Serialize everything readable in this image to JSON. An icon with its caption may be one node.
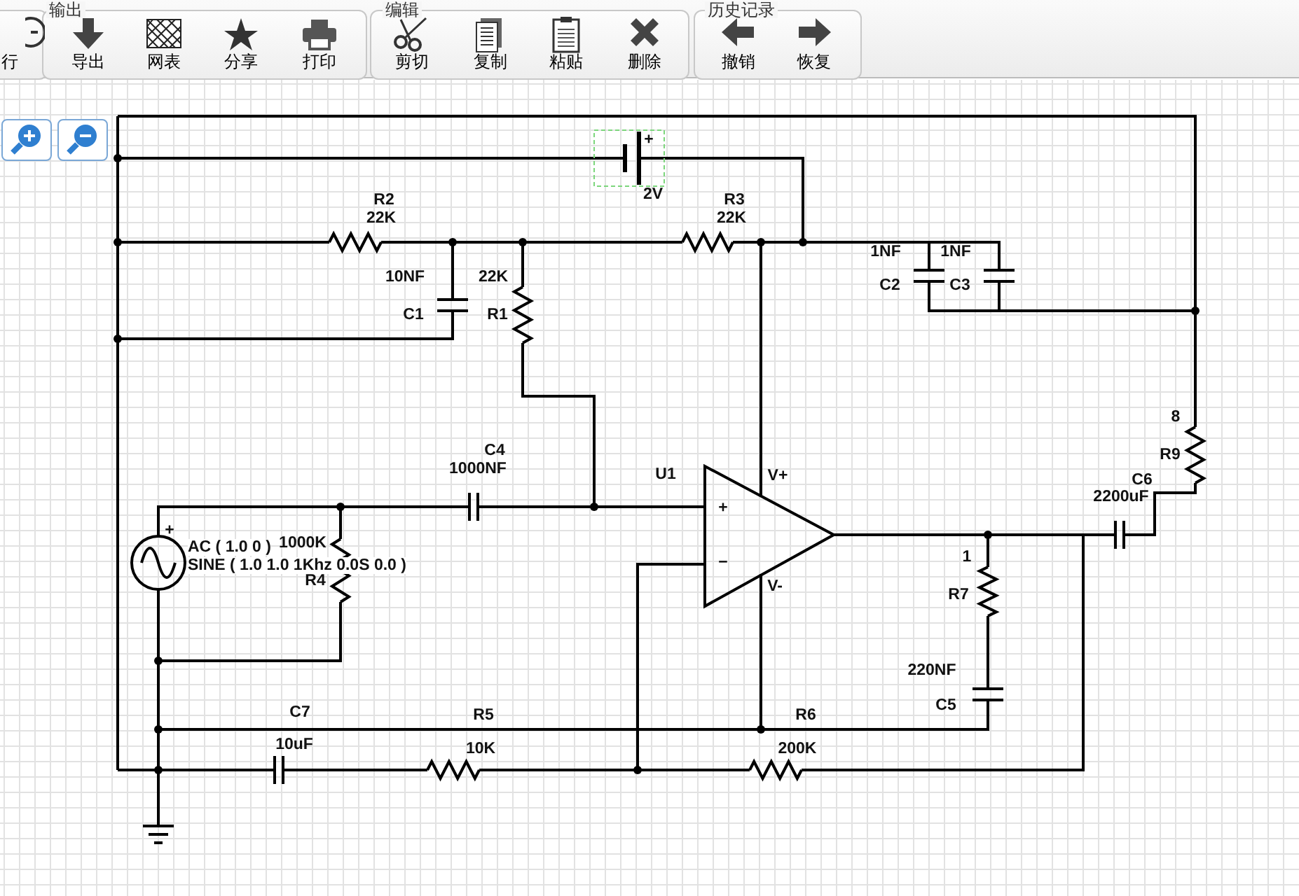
{
  "diagram": {
    "labels": [
      "行",
      "输出",
      "导出",
      "网表",
      "分享",
      "打印",
      "编辑",
      "剪切",
      "复制",
      "粘贴",
      "删除",
      "历史记录",
      "撤销",
      "恢复",
      "+",
      "2V",
      "R2",
      "22K",
      "R3",
      "22K",
      "1NF",
      "1NF",
      "10NF",
      "22K",
      "C2",
      "C3",
      "C1",
      "R1",
      "8",
      "C4",
      "R9",
      "1000NF",
      "U1",
      "V+",
      "C6",
      "2200uF",
      "+",
      "+",
      "AC ( 1.0 0 )",
      "1000K",
      "SINE ( 1.0 1.0 1Khz 0.0S 0.0 )",
      "R4",
      "−",
      "V-",
      "1",
      "R7",
      "220NF",
      "C5",
      "C7",
      "10uF",
      "R5",
      "10K",
      "R6",
      "200K"
    ]
  }
}
